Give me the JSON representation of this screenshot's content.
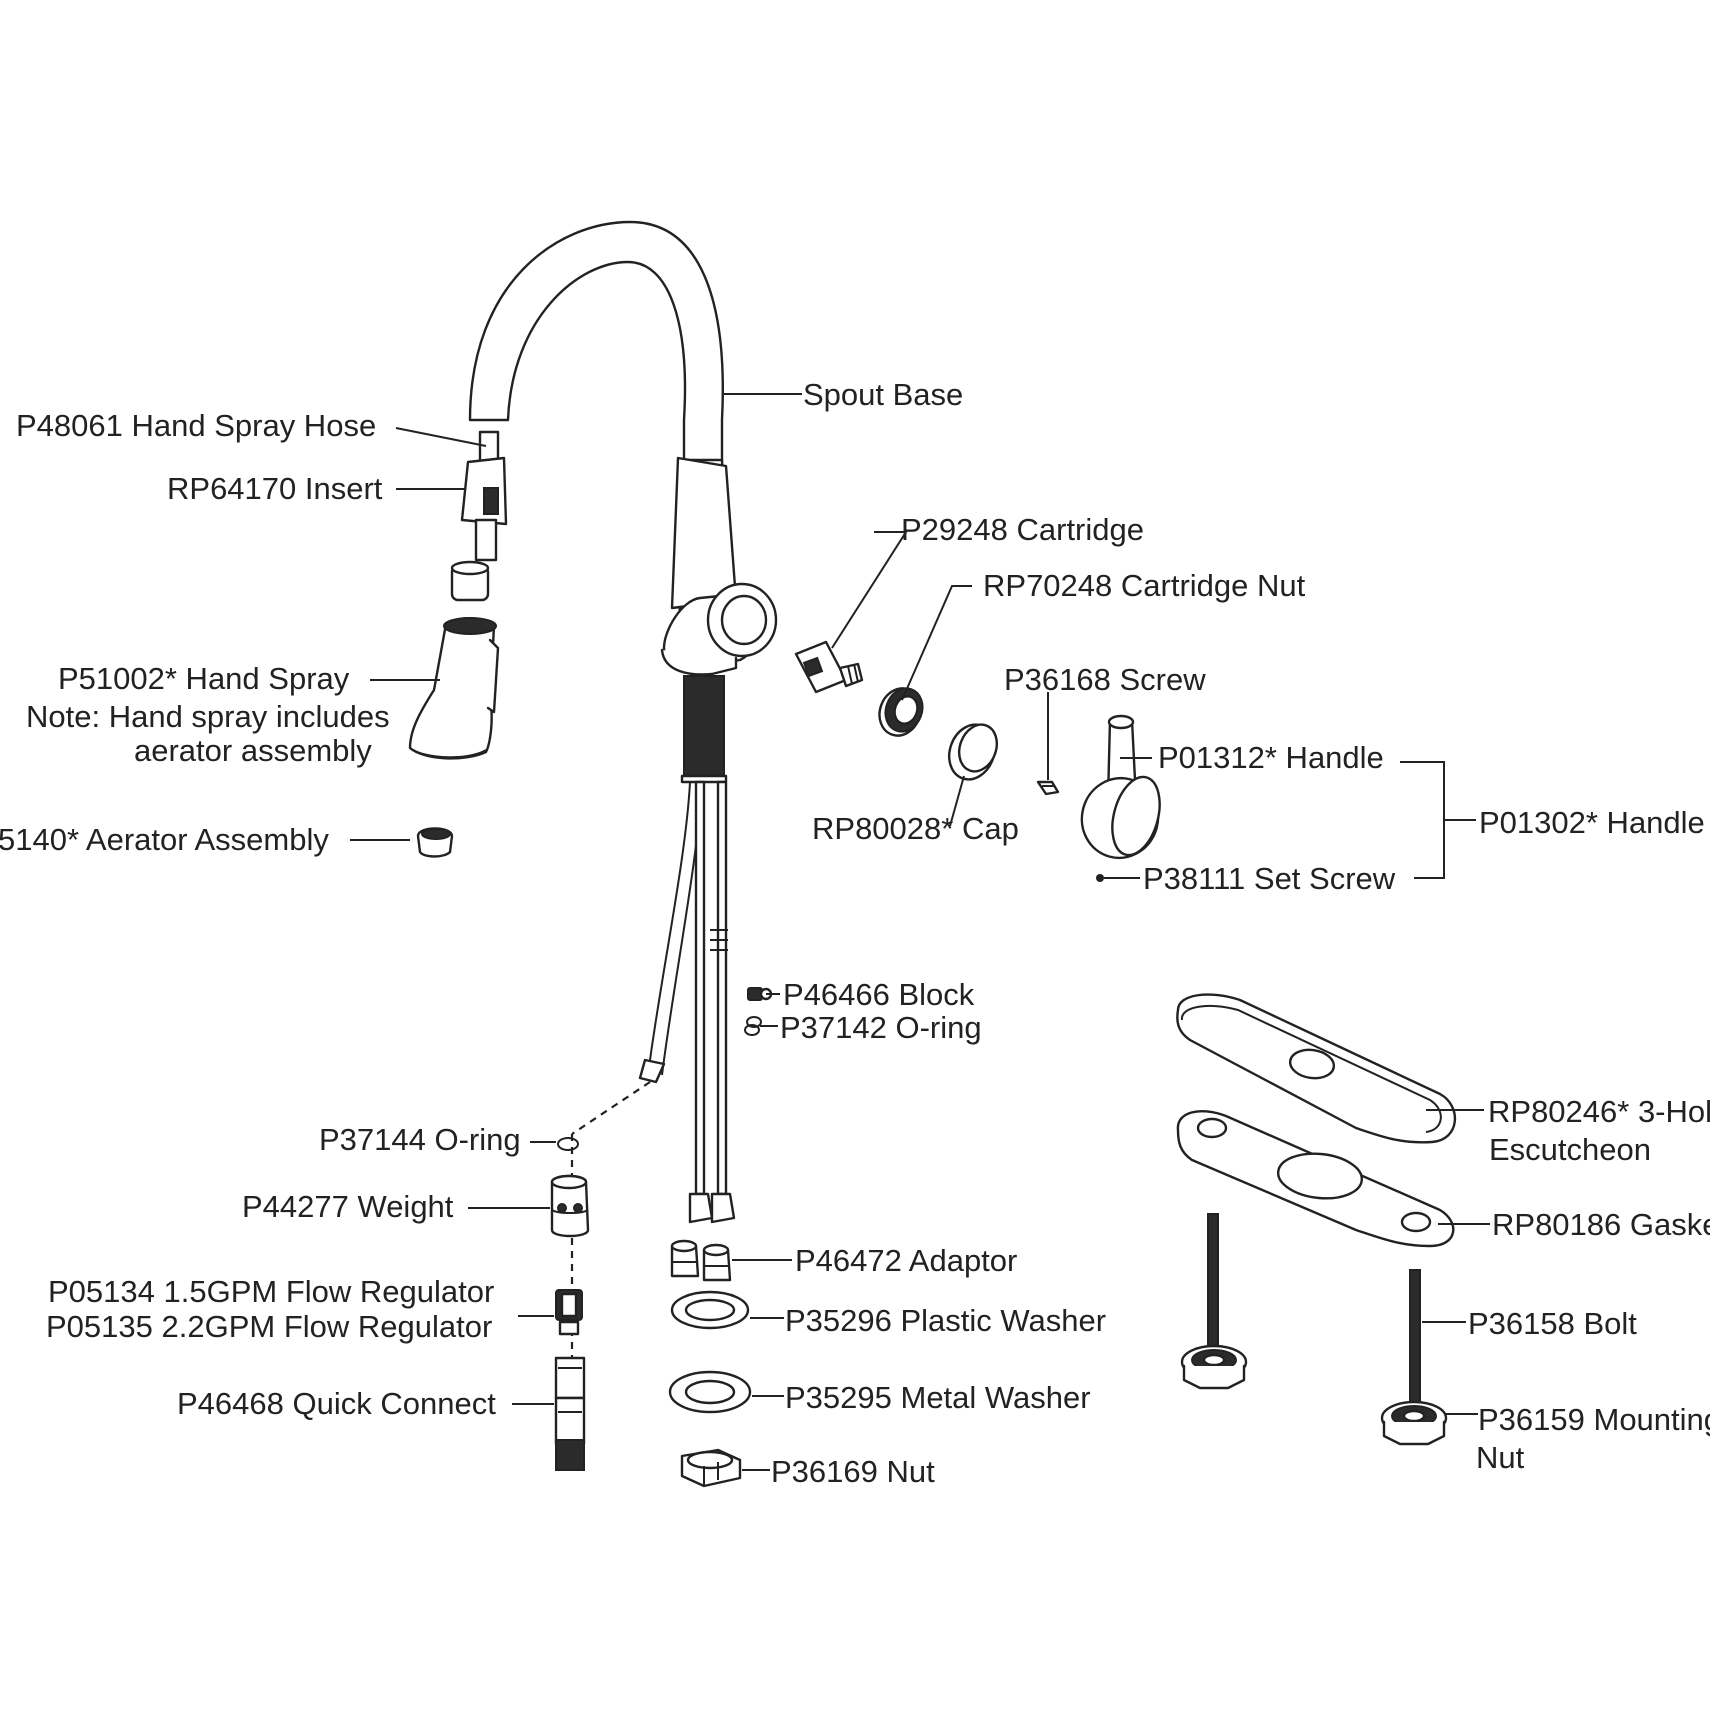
{
  "labels": {
    "spout_base": "Spout Base",
    "hand_spray_hose": "P48061 Hand Spray Hose",
    "insert": "RP64170 Insert",
    "cartridge": "P29248 Cartridge",
    "cartridge_nut": "RP70248 Cartridge Nut",
    "hand_spray": "P51002* Hand Spray",
    "hand_spray_note_1": "Note: Hand spray includes",
    "hand_spray_note_2": "aerator assembly",
    "screw": "P36168 Screw",
    "handle": "P01312* Handle",
    "handle_assembly": "P01302* Handle",
    "cap": "RP80028* Cap",
    "aerator_assembly": "5140* Aerator Assembly",
    "set_screw": "P38111 Set Screw",
    "block": "P46466 Block",
    "o_ring_block": "P37142 O-ring",
    "escutcheon_1": "RP80246* 3-Hol",
    "escutcheon_2": "Escutcheon",
    "o_ring_hose": "P37144 O-ring",
    "weight": "P44277 Weight",
    "gasket": "RP80186 Gaske",
    "adaptor": "P46472 Adaptor",
    "flow_regulator_15": "P05134 1.5GPM Flow Regulator",
    "flow_regulator_22": "P05135 2.2GPM Flow Regulator",
    "plastic_washer": "P35296 Plastic Washer",
    "bolt": "P36158 Bolt",
    "quick_connect": "P46468 Quick Connect",
    "metal_washer": "P35295 Metal Washer",
    "mounting_nut_1": "P36159 Mounting",
    "mounting_nut_2": "Nut",
    "nut": "P36169 Nut"
  }
}
